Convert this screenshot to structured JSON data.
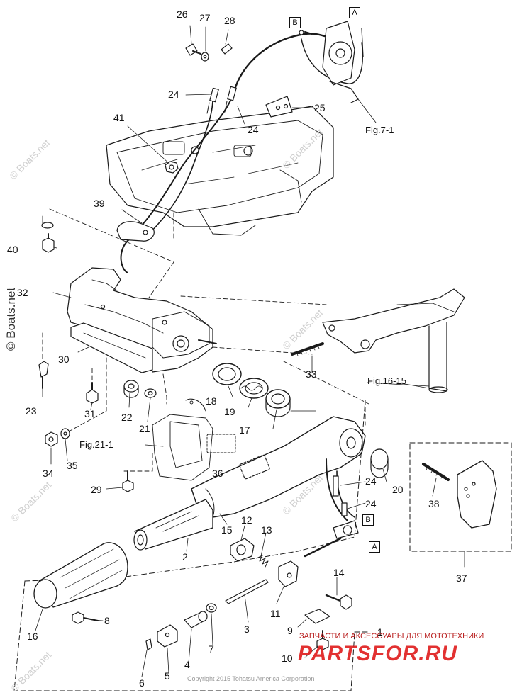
{
  "callouts": {
    "p1": "1",
    "p2": "2",
    "p3": "3",
    "p4": "4",
    "p5": "5",
    "p6": "6",
    "p7": "7",
    "p8": "8",
    "p9": "9",
    "p10": "10",
    "p11": "11",
    "p12": "12",
    "p13": "13",
    "p14": "14",
    "p15": "15",
    "p16": "16",
    "p17": "17",
    "p18": "18",
    "p19": "19",
    "p20": "20",
    "p21": "21",
    "p22": "22",
    "p23": "23",
    "p24a": "24",
    "p24b": "24",
    "p24c": "24",
    "p24d": "24",
    "p25": "25",
    "p26": "26",
    "p27": "27",
    "p28": "28",
    "p29": "29",
    "p30": "30",
    "p31": "31",
    "p32": "32",
    "p33": "33",
    "p34": "34",
    "p35": "35",
    "p36": "36",
    "p37": "37",
    "p38": "38",
    "p39": "39",
    "p40": "40",
    "p41": "41"
  },
  "references": {
    "fig_7_1": "Fig.7-1",
    "fig_16_15": "Fig.16-15",
    "fig_21_1": "Fig.21-1"
  },
  "connectors": {
    "a_top": "A",
    "b_top": "B",
    "a_bottom": "A",
    "b_bottom": "B"
  },
  "watermarks": {
    "site": "© Boats.net"
  },
  "footer": {
    "copyright": "Copyright 2015 Tohatsu America Corporation",
    "shop_tagline": "ЗАПЧАСТИ И АКСЕССУАРЫ ДЛЯ МОТОТЕХНИКИ",
    "shop_logo": "PARTSFOR.RU"
  },
  "colors": {
    "line": "#1a1a1a",
    "watermark": "#cfcfcf",
    "shop": "#e02020"
  }
}
